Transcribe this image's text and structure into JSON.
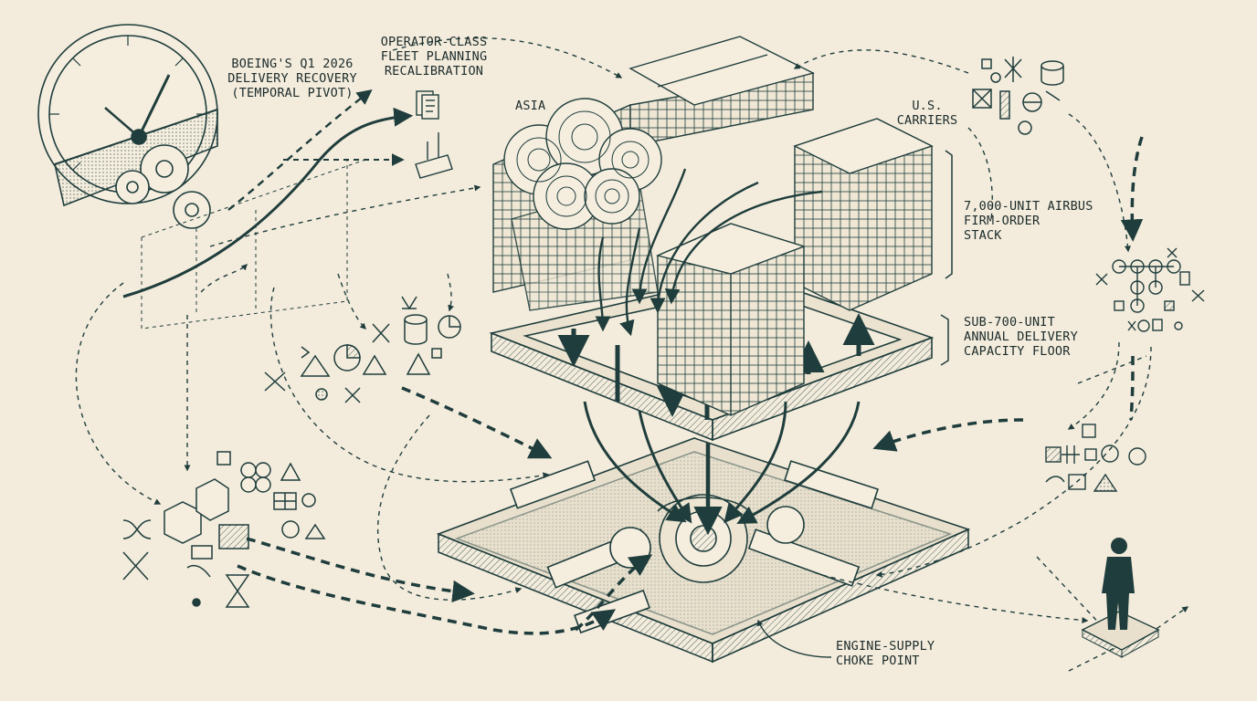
{
  "labels": {
    "boeing": "BOEING'S Q1 2026\nDELIVERY RECOVERY\n(TEMPORAL PIVOT)",
    "operator": "OPERATOR-CLASS\nFLEET PLANNING\nRECALIBRATION",
    "asia": "ASIA",
    "us": "U.S.\nCARRIERS",
    "airbus": "7,000-UNIT AIRBUS\nFIRM-ORDER\nSTACK",
    "capacity": "SUB-700-UNIT\nANNUAL DELIVERY\nCAPACITY FLOOR",
    "engine": "ENGINE-SUPPLY\nCHOKE POINT"
  },
  "colors": {
    "ink": "#1f3d3c",
    "paper": "#f3ecdc",
    "shade": "#c9c3b3"
  }
}
